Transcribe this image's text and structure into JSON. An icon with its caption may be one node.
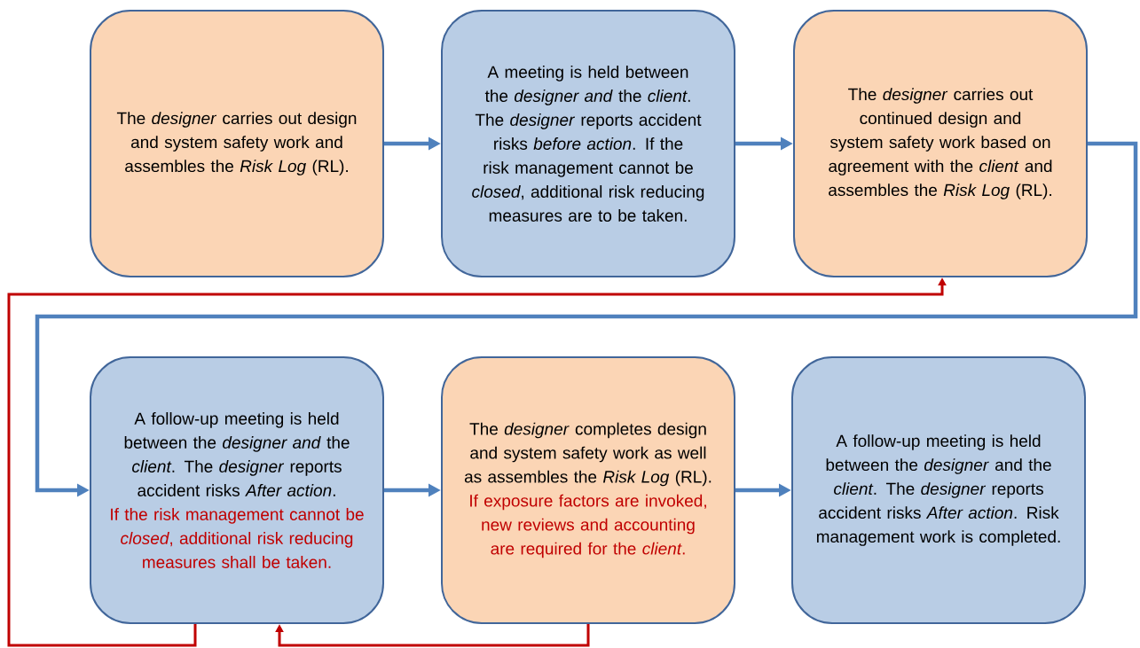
{
  "diagram": {
    "nodes": [
      {
        "text": [
          "The *designer* carries out design and system safety work and assembles the *Risk Log* (RL)."
        ]
      },
      {
        "text": [
          "A meeting is held between the *designer and* the *client*. The *designer* reports accident risks *before action*. If the risk management cannot be *closed*, additional risk reducing measures are to be taken."
        ]
      },
      {
        "text": [
          "The *designer* carries out continued design and system safety work based on agreement with the *client* and assembles the *Risk Log* (RL)."
        ]
      },
      {
        "text": [
          "A follow-up meeting is held between the *designer and* the *client*. The *designer* reports accident risks *After action*.",
          "If the risk management cannot be *closed*, additional risk reducing measures shall be taken."
        ]
      },
      {
        "text": [
          "The *designer* completes design and system safety work as well as assembles the *Risk Log* (RL).",
          "If exposure factors are invoked, new reviews and accounting are required for the *client*."
        ]
      },
      {
        "text": [
          "A follow-up meeting is held between the *designer* and the *client*. The *designer* reports accident risks *After action*. Risk management work is completed."
        ]
      }
    ],
    "edges": [
      {
        "from": 0,
        "to": 1,
        "arrow": "to"
      },
      {
        "from": 1,
        "to": 2,
        "arrow": "to"
      },
      {
        "from": 2,
        "to": 3,
        "arrow": "to"
      },
      {
        "from": 3,
        "to": 4,
        "arrow": "to"
      },
      {
        "from": 4,
        "to": 5,
        "arrow": "to"
      },
      {
        "from": 3,
        "to": 2,
        "arrow": "to",
        "color": "#c00000"
      },
      {
        "from": 4,
        "to": 3,
        "arrow": "to",
        "color": "#c00000"
      }
    ]
  }
}
